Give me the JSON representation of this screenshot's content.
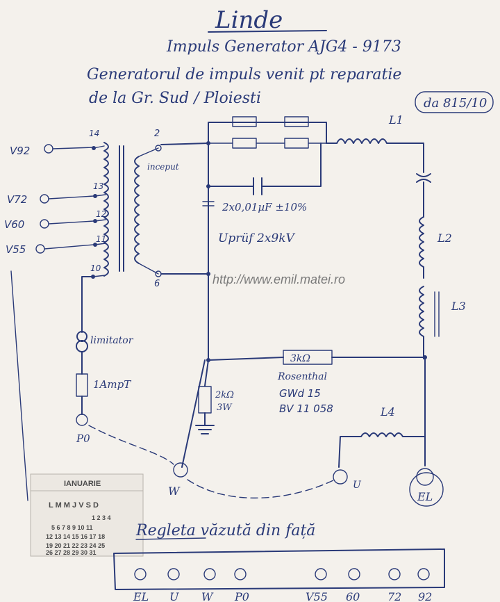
{
  "header": {
    "title": "Linde",
    "subtitle": "Impuls Generator AJG4 - 9173",
    "note_line1": "Generatorul de impuls venit pt reparatie",
    "note_line2": "de la Gr. Sud / Ploiesti",
    "boxed_ref": "da 815/10"
  },
  "transformer": {
    "taps_left": [
      {
        "tap": "14",
        "terminal": "V92"
      },
      {
        "tap": "13",
        "terminal": "V72"
      },
      {
        "tap": "12",
        "terminal": "V60"
      },
      {
        "tap": "11",
        "terminal": "V55"
      },
      {
        "tap": "10",
        "terminal": ""
      }
    ],
    "pin_top": "2",
    "pin_bottom": "6",
    "start_mark": "inceput"
  },
  "components": {
    "capacitor_label": "2x0,01µF ±10%",
    "voltage_label": "Uprüf 2x9kV",
    "resistor_top": "3kΩ",
    "resistor_maker": "Rosenthal",
    "resistor_type": "GWd 15",
    "resistor_code": "BV 11 058",
    "resistor_bottom_1": "2kΩ",
    "resistor_bottom_2": "3W",
    "limiter": "limitator",
    "fuse": "1AmpT",
    "inductor_1": "L1",
    "inductor_2": "L2",
    "inductor_3": "L3",
    "inductor_4": "L4"
  },
  "terminals": {
    "p0": "P0",
    "w": "W",
    "u": "U",
    "el": "EL"
  },
  "watermark": "http://www.emil.matei.ro",
  "calendar": {
    "month": "IANUARIE",
    "weekdays": "L M M J V S D",
    "row1": "1 2 3 4",
    "row2": "5 6 7 8 9 10 11",
    "row3": "12 13 14 15 16 17 18",
    "row4": "19 20 21 22 23 24 25",
    "row5": "26 27 28 29 30 31"
  },
  "strip": {
    "title": "Regleta văzută din față",
    "labels": [
      "EL",
      "U",
      "W",
      "P0",
      "V55",
      "60",
      "72",
      "92"
    ]
  }
}
